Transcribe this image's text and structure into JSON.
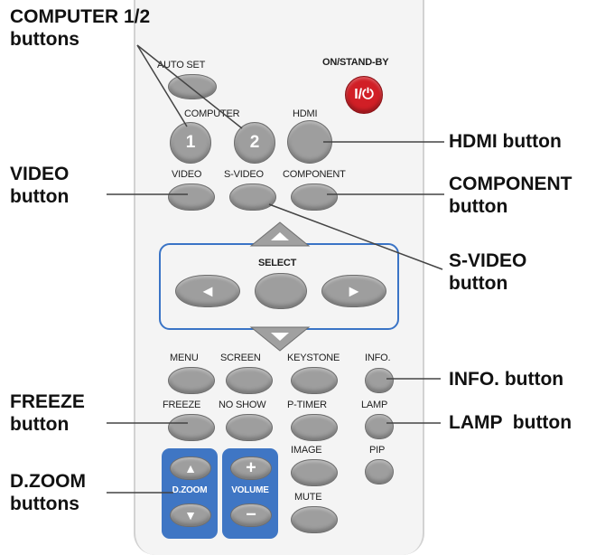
{
  "remote": {
    "buttons": {
      "auto_set": "AUTO SET",
      "on_standby": "ON/STAND-BY",
      "power_symbol": "I/⏻",
      "computer": "COMPUTER",
      "computer_1": "1",
      "computer_2": "2",
      "hdmi": "HDMI",
      "video": "VIDEO",
      "s_video": "S-VIDEO",
      "component": "COMPONENT",
      "select": "SELECT",
      "menu": "MENU",
      "screen": "SCREEN",
      "keystone": "KEYSTONE",
      "info": "INFO.",
      "freeze": "FREEZE",
      "no_show": "NO SHOW",
      "p_timer": "P-TIMER",
      "lamp": "LAMP",
      "image": "IMAGE",
      "pip": "PIP",
      "d_zoom": "D.ZOOM",
      "volume": "VOLUME",
      "mute": "MUTE"
    },
    "colors": {
      "body": "#f4f4f4",
      "button": "#9e9e9e",
      "power": "#d11f26",
      "accent": "#3f76c4"
    }
  },
  "callouts": {
    "computer_line1": "COMPUTER 1/2",
    "computer_line2": "buttons",
    "video_line1": "VIDEO",
    "video_line2": "button",
    "freeze_line1": "FREEZE",
    "freeze_line2": "button",
    "dzoom_line1": "D.ZOOM",
    "dzoom_line2": "buttons",
    "hdmi": "HDMI button",
    "component_line1": "COMPONENT",
    "component_line2": "button",
    "svideo_line1": "S-VIDEO",
    "svideo_line2": "button",
    "info": "INFO. button",
    "lamp": "LAMP  button"
  }
}
